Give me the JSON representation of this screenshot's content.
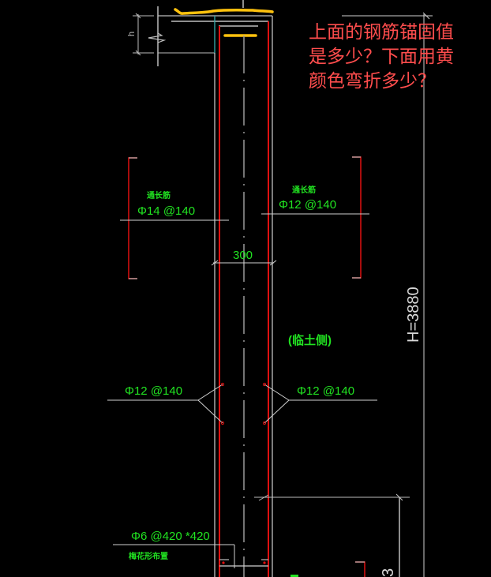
{
  "drawing": {
    "background": "#000000",
    "colors": {
      "rebar_red": "#e01010",
      "line_grey": "#bdbdbd",
      "line_white": "#e6e6e6",
      "text_green": "#21e321",
      "highlight_yellow": "#ffc20e",
      "cyan_line": "#1fa0a0",
      "annotation_red": "#ff4d4d"
    }
  },
  "annotation": {
    "lines": [
      "上面的钢筋锚固值",
      "是多少？下面用黄",
      "颜色弯折多少？"
    ]
  },
  "labels": {
    "h_symbol": "h",
    "left_top_title": "通长筋",
    "left_top_spec": "Φ14 @140",
    "right_top_title": "通长筋",
    "right_top_spec": "Φ12 @140",
    "width_dim": "300",
    "soil_side": "(临土侧)",
    "left_mid_spec": "Φ12 @140",
    "right_mid_spec": "Φ12 @140",
    "tie_spec": "Φ6 @420 *420",
    "tie_title": "梅花形布置",
    "height_dim": "H=3880",
    "bottom_partial_dim": "3"
  }
}
